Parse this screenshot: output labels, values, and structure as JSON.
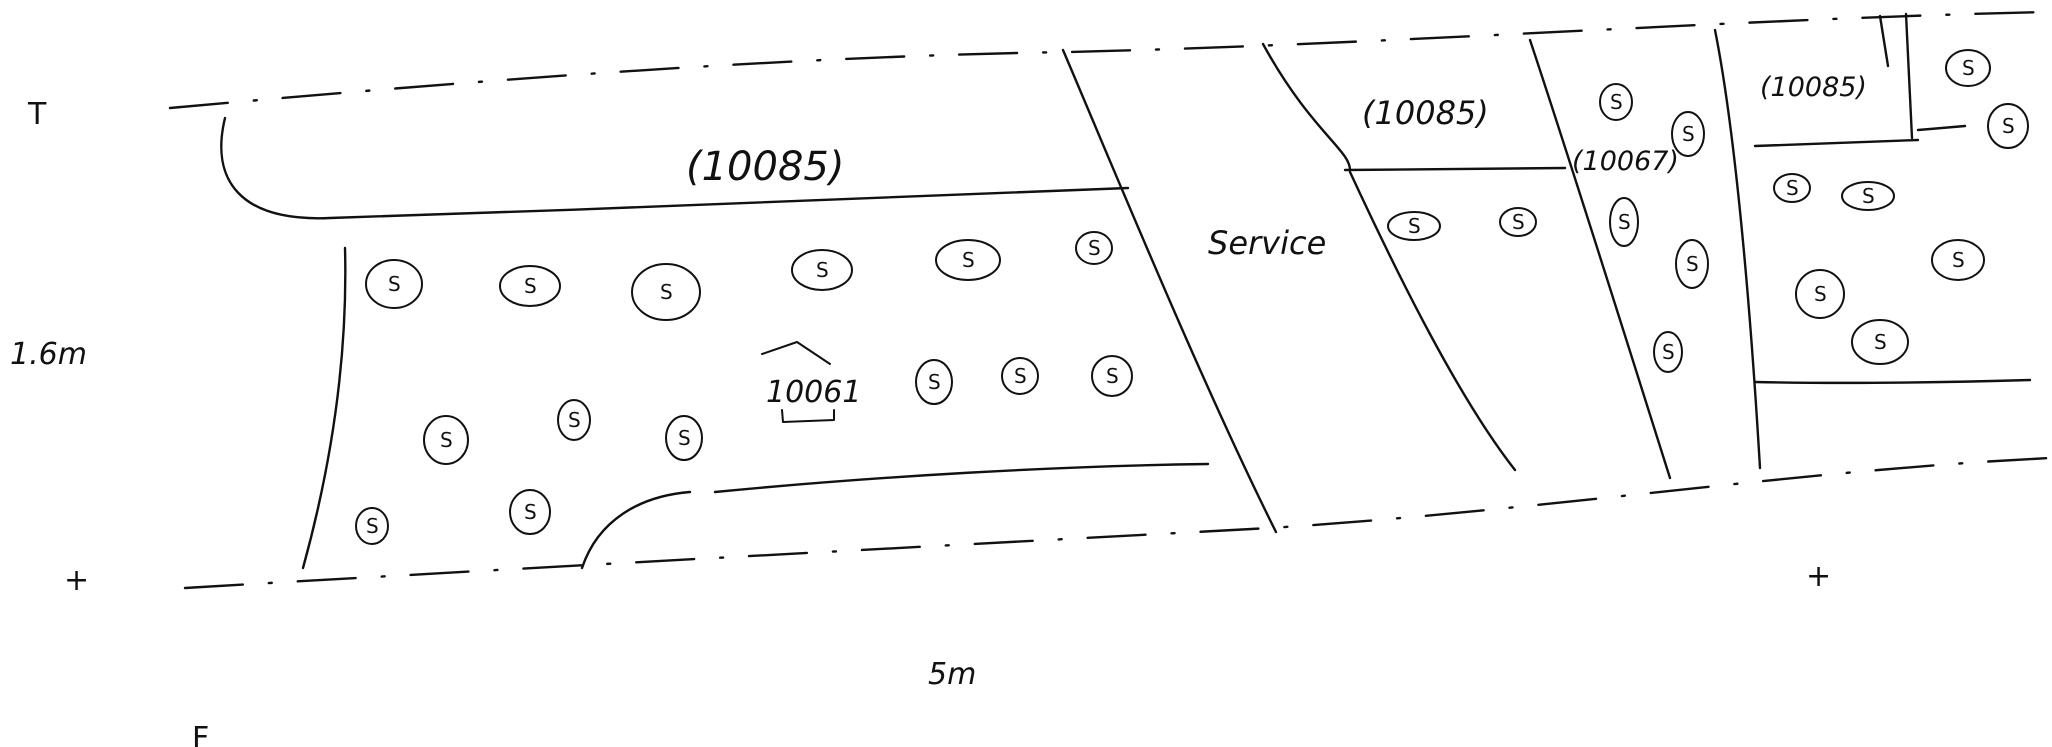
{
  "labels": {
    "parcel_main": "(10085)",
    "parcel_mid": "(10085)",
    "parcel_right": "(10085)",
    "parcel_narrow": "(10067)",
    "house_number": "10061",
    "service": "Service",
    "height": "1.6m",
    "width": "5m"
  },
  "tree_symbol": "S",
  "crop_marks": [
    "T",
    "+",
    "+",
    "F"
  ]
}
